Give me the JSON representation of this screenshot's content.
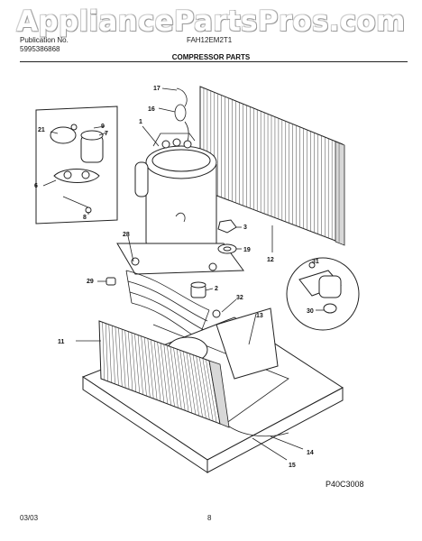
{
  "watermark": "AppliancePartsPros.com",
  "header": {
    "pub_label": "Publication No.",
    "pub_number": "5995386868",
    "model": "FAH12EM2T1"
  },
  "title": "COMPRESSOR PARTS",
  "callouts": [
    "17",
    "16",
    "1",
    "9",
    "21",
    "7",
    "6",
    "8",
    "3",
    "19",
    "12",
    "28",
    "31",
    "29",
    "2",
    "32",
    "30",
    "13",
    "11",
    "14",
    "15"
  ],
  "diagram_code": "P40C3008",
  "footer": {
    "date": "03/03",
    "page": "8"
  }
}
